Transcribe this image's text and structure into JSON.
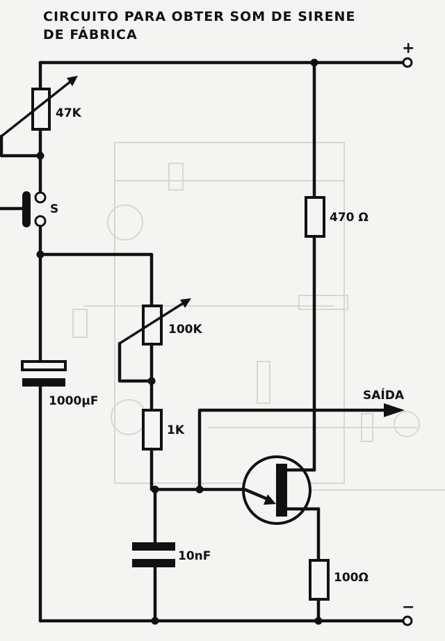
{
  "title": {
    "line1": "CIRCUITO PARA OBTER SOM DE SIRENE",
    "line2": "DE FÁBRICA"
  },
  "terminals": {
    "positive": "+",
    "negative": "−"
  },
  "components": {
    "pot_47k": "47K",
    "switch": "S",
    "cap_1000uf": "1000μF",
    "pot_100k": "100K",
    "res_1k": "1K",
    "cap_10nf": "10nF",
    "res_470": "470 Ω",
    "res_100": "100Ω"
  },
  "output": {
    "label": "SAÍDA"
  },
  "colors": {
    "ink": "#111111",
    "paper": "#f4f4f2",
    "bleed_through": "#c8c8c4"
  }
}
